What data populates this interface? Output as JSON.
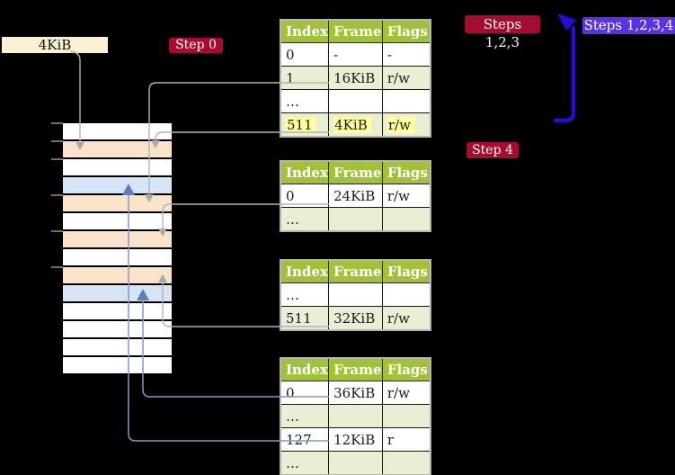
{
  "address_label": "4KiB",
  "badges": {
    "step0": "Step 0",
    "steps123": "Steps 1,2,3",
    "steps1234": "Steps 1,2,3,4",
    "step4": "Step 4"
  },
  "tables": [
    {
      "headers": [
        "Index",
        "Frame",
        "Flags"
      ],
      "rows": [
        [
          "0",
          "-",
          "-"
        ],
        [
          "1",
          "16KiB",
          "r/w"
        ],
        [
          "…",
          "",
          ""
        ],
        [
          "511",
          "4KiB",
          "r/w"
        ]
      ],
      "highlight_row": 3
    },
    {
      "headers": [
        "Index",
        "Frame",
        "Flags"
      ],
      "rows": [
        [
          "0",
          "24KiB",
          "r/w"
        ],
        [
          "…",
          "",
          ""
        ]
      ],
      "highlight_row": null
    },
    {
      "headers": [
        "Index",
        "Frame",
        "Flags"
      ],
      "rows": [
        [
          "…",
          "",
          ""
        ],
        [
          "511",
          "32KiB",
          "r/w"
        ]
      ],
      "highlight_row": null
    },
    {
      "headers": [
        "Index",
        "Frame",
        "Flags"
      ],
      "rows": [
        [
          "0",
          "36KiB",
          "r/w"
        ],
        [
          "…",
          "",
          ""
        ],
        [
          "127",
          "12KiB",
          "r"
        ],
        [
          "…",
          "",
          ""
        ]
      ],
      "highlight_row": null
    }
  ],
  "memory": {
    "rows": [
      {
        "color": "white"
      },
      {
        "color": "peach"
      },
      {
        "color": "white"
      },
      {
        "color": "blue"
      },
      {
        "color": "peach"
      },
      {
        "color": "white"
      },
      {
        "color": "peach"
      },
      {
        "color": "white"
      },
      {
        "color": "peach"
      },
      {
        "color": "blue"
      },
      {
        "color": "white"
      },
      {
        "color": "white"
      },
      {
        "color": "white"
      },
      {
        "color": "white"
      }
    ]
  },
  "colors": {
    "badge_red": "#a50d30",
    "badge_blue": "#5a31e4",
    "loop_arrow_blue": "#2a0cd8",
    "table_header_green": "#a2c13b",
    "table_stripe_green": "#e8efd5",
    "frame_peach": "#fbe3cb",
    "mapped_page_blue": "#d6e4f6",
    "highlight_yellow": "#ffff9c",
    "label_cream": "#faf0d2",
    "connector_gray": "#b3b3b3",
    "connector_steel_blue": "#7e9bca"
  }
}
